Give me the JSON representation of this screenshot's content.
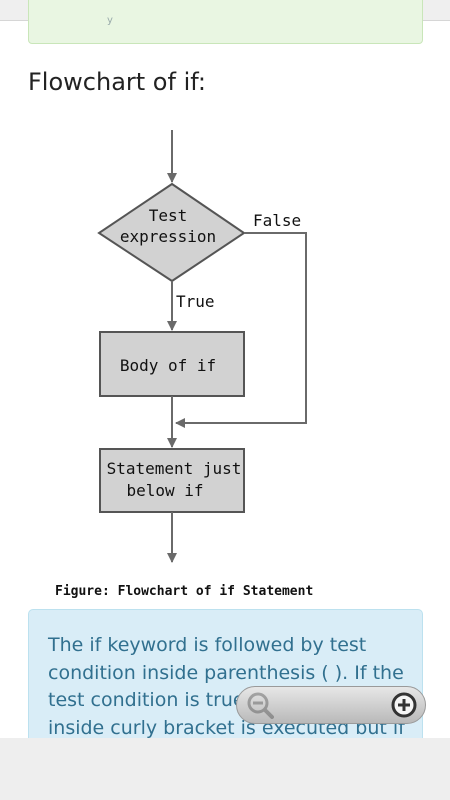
{
  "page": {
    "section_title": "Flowchart of if:"
  },
  "flowchart": {
    "nodes": {
      "decision_line1": "Test",
      "decision_line2": "expression",
      "body": "Body of if",
      "statement_line1": "Statement just",
      "statement_line2": "below if"
    },
    "edges": {
      "false_label": "False",
      "true_label": "True"
    },
    "caption": "Figure: Flowchart of if Statement"
  },
  "info": {
    "text": "The if keyword is followed by test condition inside parenthesis ( ). If the test condition is true, the codes inside curly bracket is executed but if test"
  },
  "zoom": {
    "zoom_out_icon": "zoom-out-icon",
    "zoom_in_icon": "zoom-in-icon"
  }
}
